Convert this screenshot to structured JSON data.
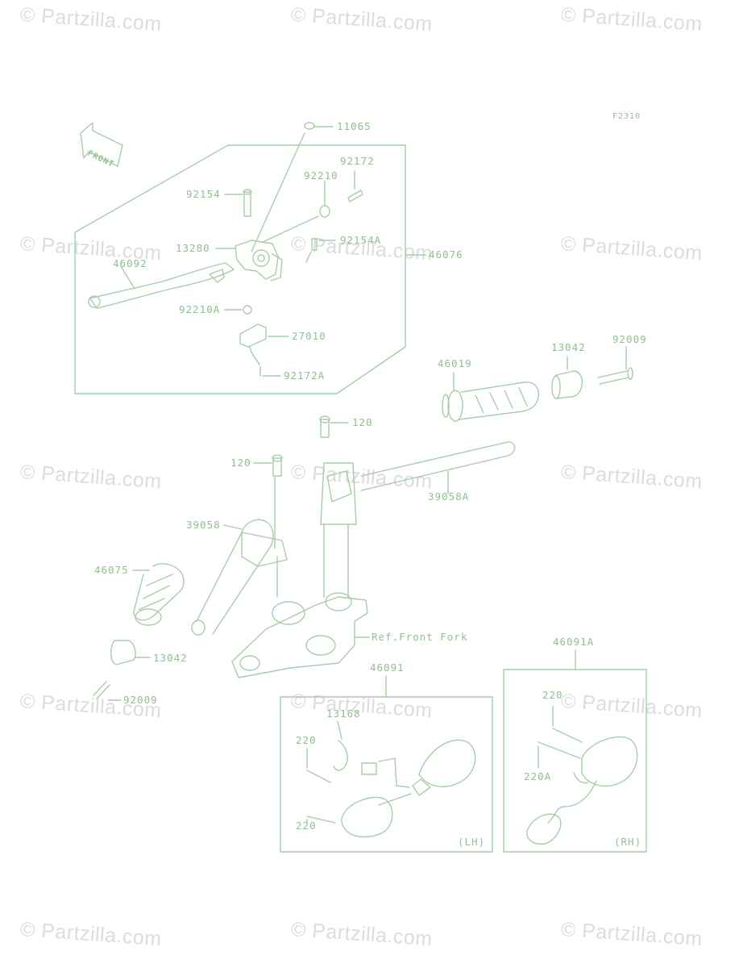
{
  "figure_code": "F2310",
  "front_arrow_label": "FRONT",
  "watermark_text": "© Partzilla.com",
  "line_color": "#a8cda8",
  "text_color": "#8fbf8f",
  "parts": {
    "p11065": "11065",
    "p92172": "92172",
    "p92210": "92210",
    "p92154": "92154",
    "p13280": "13280",
    "p92154A": "92154A",
    "p46076": "46076",
    "p46092": "46092",
    "p92210A": "92210A",
    "p27010": "27010",
    "p92172A": "92172A",
    "p46019": "46019",
    "p13042_top": "13042",
    "p92009_top": "92009",
    "p120_top": "120",
    "p120_left": "120",
    "p39058A": "39058A",
    "p39058": "39058",
    "p46075": "46075",
    "p13042_bottom": "13042",
    "p92009_bottom": "92009",
    "p46091": "46091",
    "p46091A": "46091A",
    "p13168": "13168",
    "p220_lh_top": "220",
    "p220_lh_bottom": "220",
    "p220_rh": "220",
    "p220A": "220A"
  },
  "ref_front_fork": "Ref.Front Fork",
  "box_lh_label": "(LH)",
  "box_rh_label": "(RH)"
}
